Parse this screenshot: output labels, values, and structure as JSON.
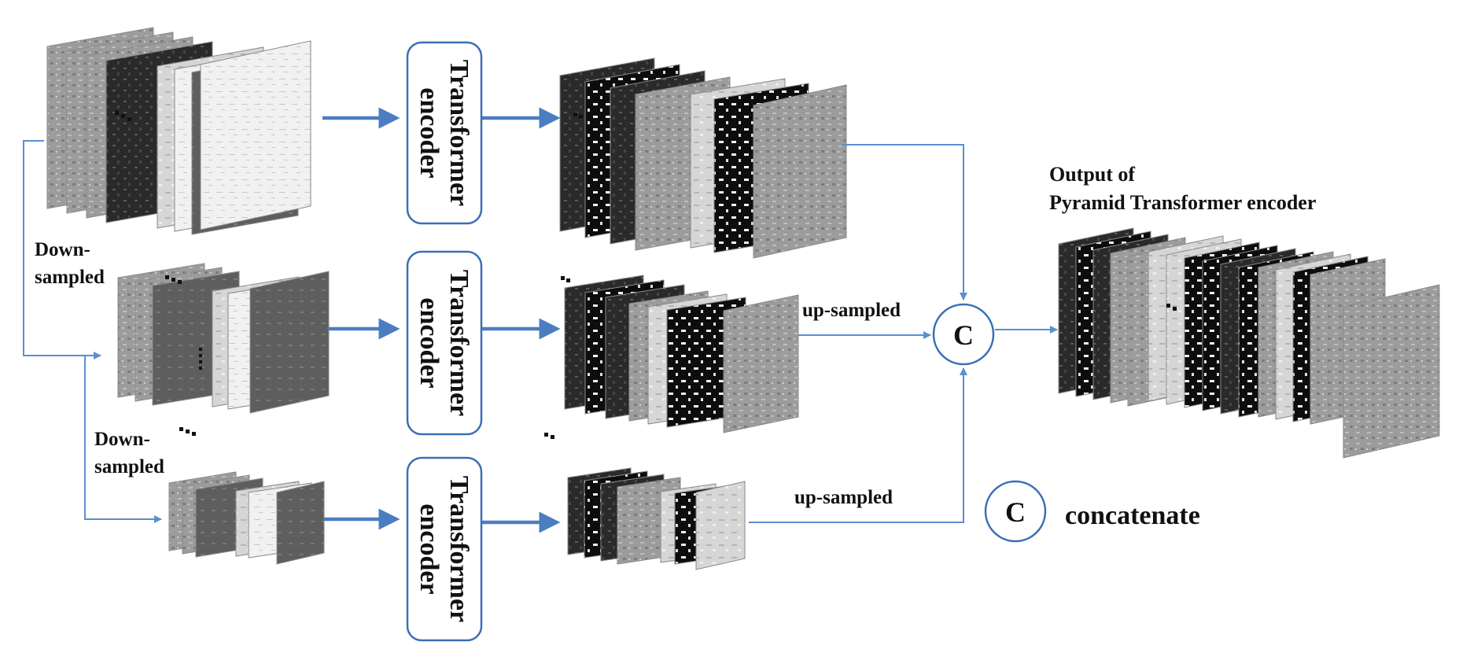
{
  "colors": {
    "arrow_thick": "#4a7ec1",
    "arrow_thin": "#5b8fd0",
    "encoder_border": "#3a6fb5",
    "concat_border": "#3a6fb5",
    "text": "#111111"
  },
  "labels": {
    "down_sampled_1": [
      "Down-",
      "sampled"
    ],
    "down_sampled_2": [
      "Down-",
      "sampled"
    ],
    "up_sampled_1": "up-sampled",
    "up_sampled_2": "up-sampled",
    "output_title": [
      "Output of",
      "Pyramid Transformer encoder"
    ],
    "concat_symbol": "C",
    "legend_symbol": "C",
    "legend_text": "concatenate"
  },
  "encoders": [
    {
      "line1": "Transformer",
      "line2": "encoder"
    },
    {
      "line1": "Transformer",
      "line2": "encoder"
    },
    {
      "line1": "Transformer",
      "line2": "encoder"
    }
  ]
}
